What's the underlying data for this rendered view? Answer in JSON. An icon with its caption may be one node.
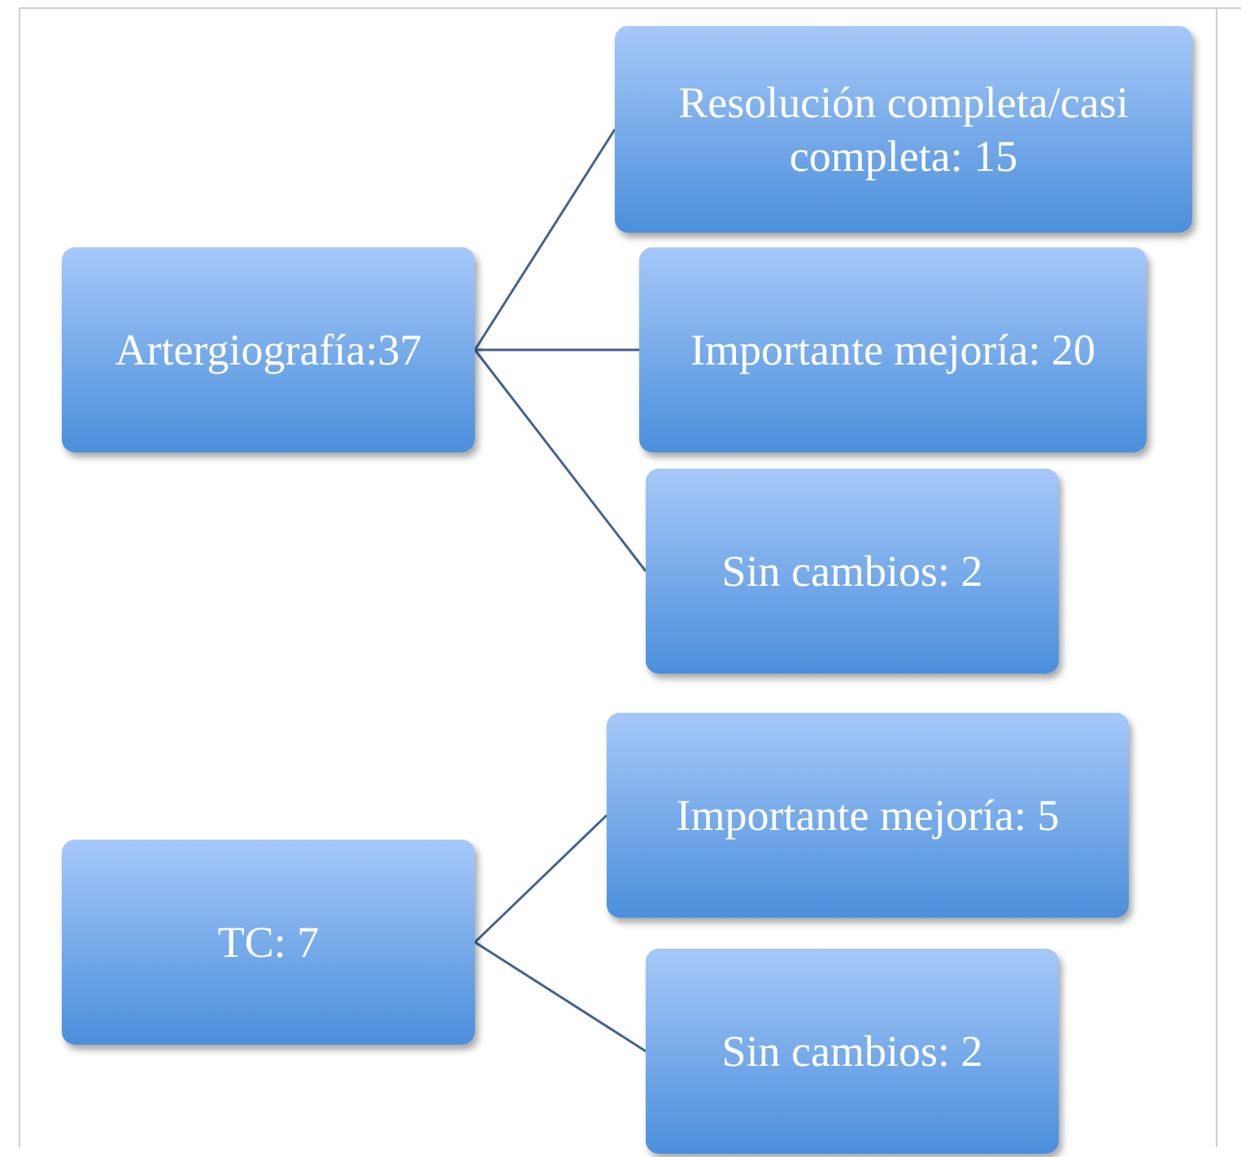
{
  "diagram": {
    "nodes": [
      {
        "text": [
          "Artergiografía:37"
        ]
      },
      {
        "text": [
          "Resolución completa/casi completa: 15"
        ]
      },
      {
        "text": [
          "Importante mejoría: 20"
        ]
      },
      {
        "text": [
          "Sin cambios: 2"
        ]
      },
      {
        "text": [
          "TC: 7"
        ]
      },
      {
        "text": [
          "Importante mejoría: 5"
        ]
      },
      {
        "text": [
          "Sin cambios: 2"
        ]
      }
    ],
    "edges": [
      {
        "from": 0,
        "to": 1,
        "arrow": "none"
      },
      {
        "from": 0,
        "to": 2,
        "arrow": "none"
      },
      {
        "from": 0,
        "to": 3,
        "arrow": "none"
      },
      {
        "from": 4,
        "to": 5,
        "arrow": "none"
      },
      {
        "from": 4,
        "to": 6,
        "arrow": "none"
      }
    ]
  }
}
